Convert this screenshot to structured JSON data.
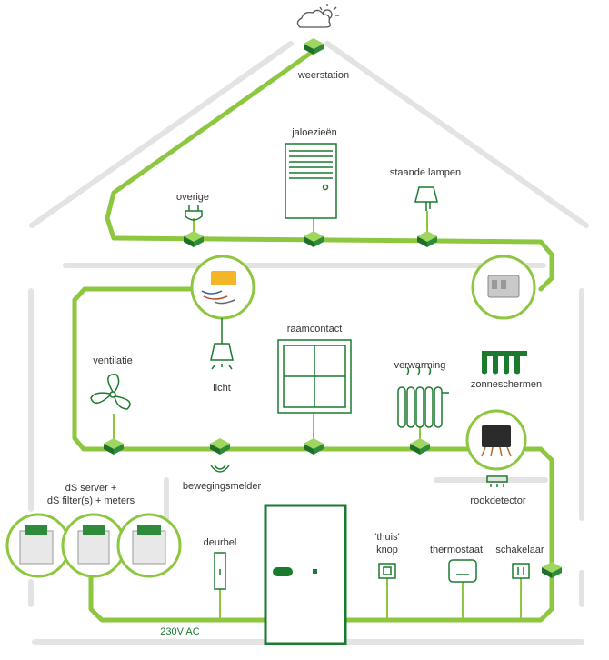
{
  "labels": {
    "weather_station": "weerstation",
    "blinds": "jaloezieën",
    "standing_lamps": "staande lampen",
    "other": "overige",
    "light": "licht",
    "window_contact": "raamcontact",
    "ventilation": "ventilatie",
    "heating": "verwarming",
    "awnings": "zonneschermen",
    "motion_detector": "bewegingsmelder",
    "smoke_detector": "rookdetector",
    "server_line1": "dS server +",
    "server_line2": "dS filter(s) + meters",
    "doorbell": "deurbel",
    "home_button_line1": "'thuis'",
    "home_button_line2": "knop",
    "thermostat": "thermostaat",
    "switch": "schakelaar",
    "mains": "230V AC"
  },
  "colors": {
    "bus_line": "#8dc63f",
    "house_outline": "#e3e3e3",
    "icon_green": "#1a7a2e",
    "module_green": "#2e8b3a",
    "module_light": "#9fd65f"
  },
  "icons": [
    "cloud-sun-icon",
    "blinds-icon",
    "floor-lamp-icon",
    "plug-icon",
    "ceiling-lamp-icon",
    "window-icon",
    "fan-icon",
    "radiator-icon",
    "awning-icon",
    "motion-sensor-icon",
    "smoke-detector-icon",
    "doorbell-icon",
    "home-button-icon",
    "thermostat-icon",
    "switch-icon"
  ]
}
